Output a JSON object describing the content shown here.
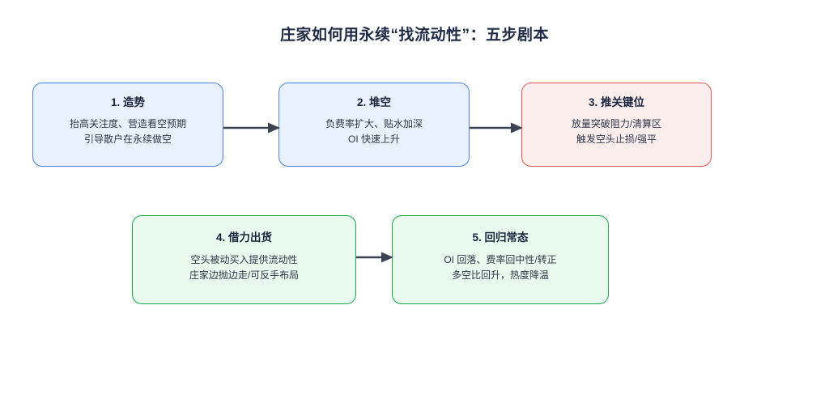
{
  "title": "庄家如何用永续“找流动性”：五步剧本",
  "colors": {
    "background": "#ffffff",
    "title_text": "#1f2a44",
    "body_text": "#2d3748",
    "blue_border": "#4a82e0",
    "blue_fill": "#e8f1fd",
    "red_border": "#f0544f",
    "red_fill": "#fdeeee",
    "green_border": "#17a74a",
    "green_fill": "#e9fbee",
    "arrow": "#3b4355"
  },
  "steps": [
    {
      "id": "step-1",
      "heading": "1. 造势",
      "lines": [
        "抬高关注度、营造看空预期",
        "引导散户在永续做空"
      ],
      "color": "blue"
    },
    {
      "id": "step-2",
      "heading": "2. 堆空",
      "lines": [
        "负费率扩大、贴水加深",
        "OI 快速上升"
      ],
      "color": "blue"
    },
    {
      "id": "step-3",
      "heading": "3. 推关键位",
      "lines": [
        "放量突破阻力/清算区",
        "触发空头止损/强平"
      ],
      "color": "red"
    },
    {
      "id": "step-4",
      "heading": "4. 借力出货",
      "lines": [
        "空头被动买入提供流动性",
        "庄家边抛边走/可反手布局"
      ],
      "color": "green"
    },
    {
      "id": "step-5",
      "heading": "5. 回归常态",
      "lines": [
        "OI 回落、费率回中性/转正",
        "多空比回升，热度降温"
      ],
      "color": "green"
    }
  ],
  "connectors": [
    {
      "id": "arrow-1-2",
      "from": "step-1",
      "to": "step-2"
    },
    {
      "id": "arrow-2-3",
      "from": "step-2",
      "to": "step-3"
    },
    {
      "id": "arrow-4-5",
      "from": "step-4",
      "to": "step-5"
    }
  ]
}
